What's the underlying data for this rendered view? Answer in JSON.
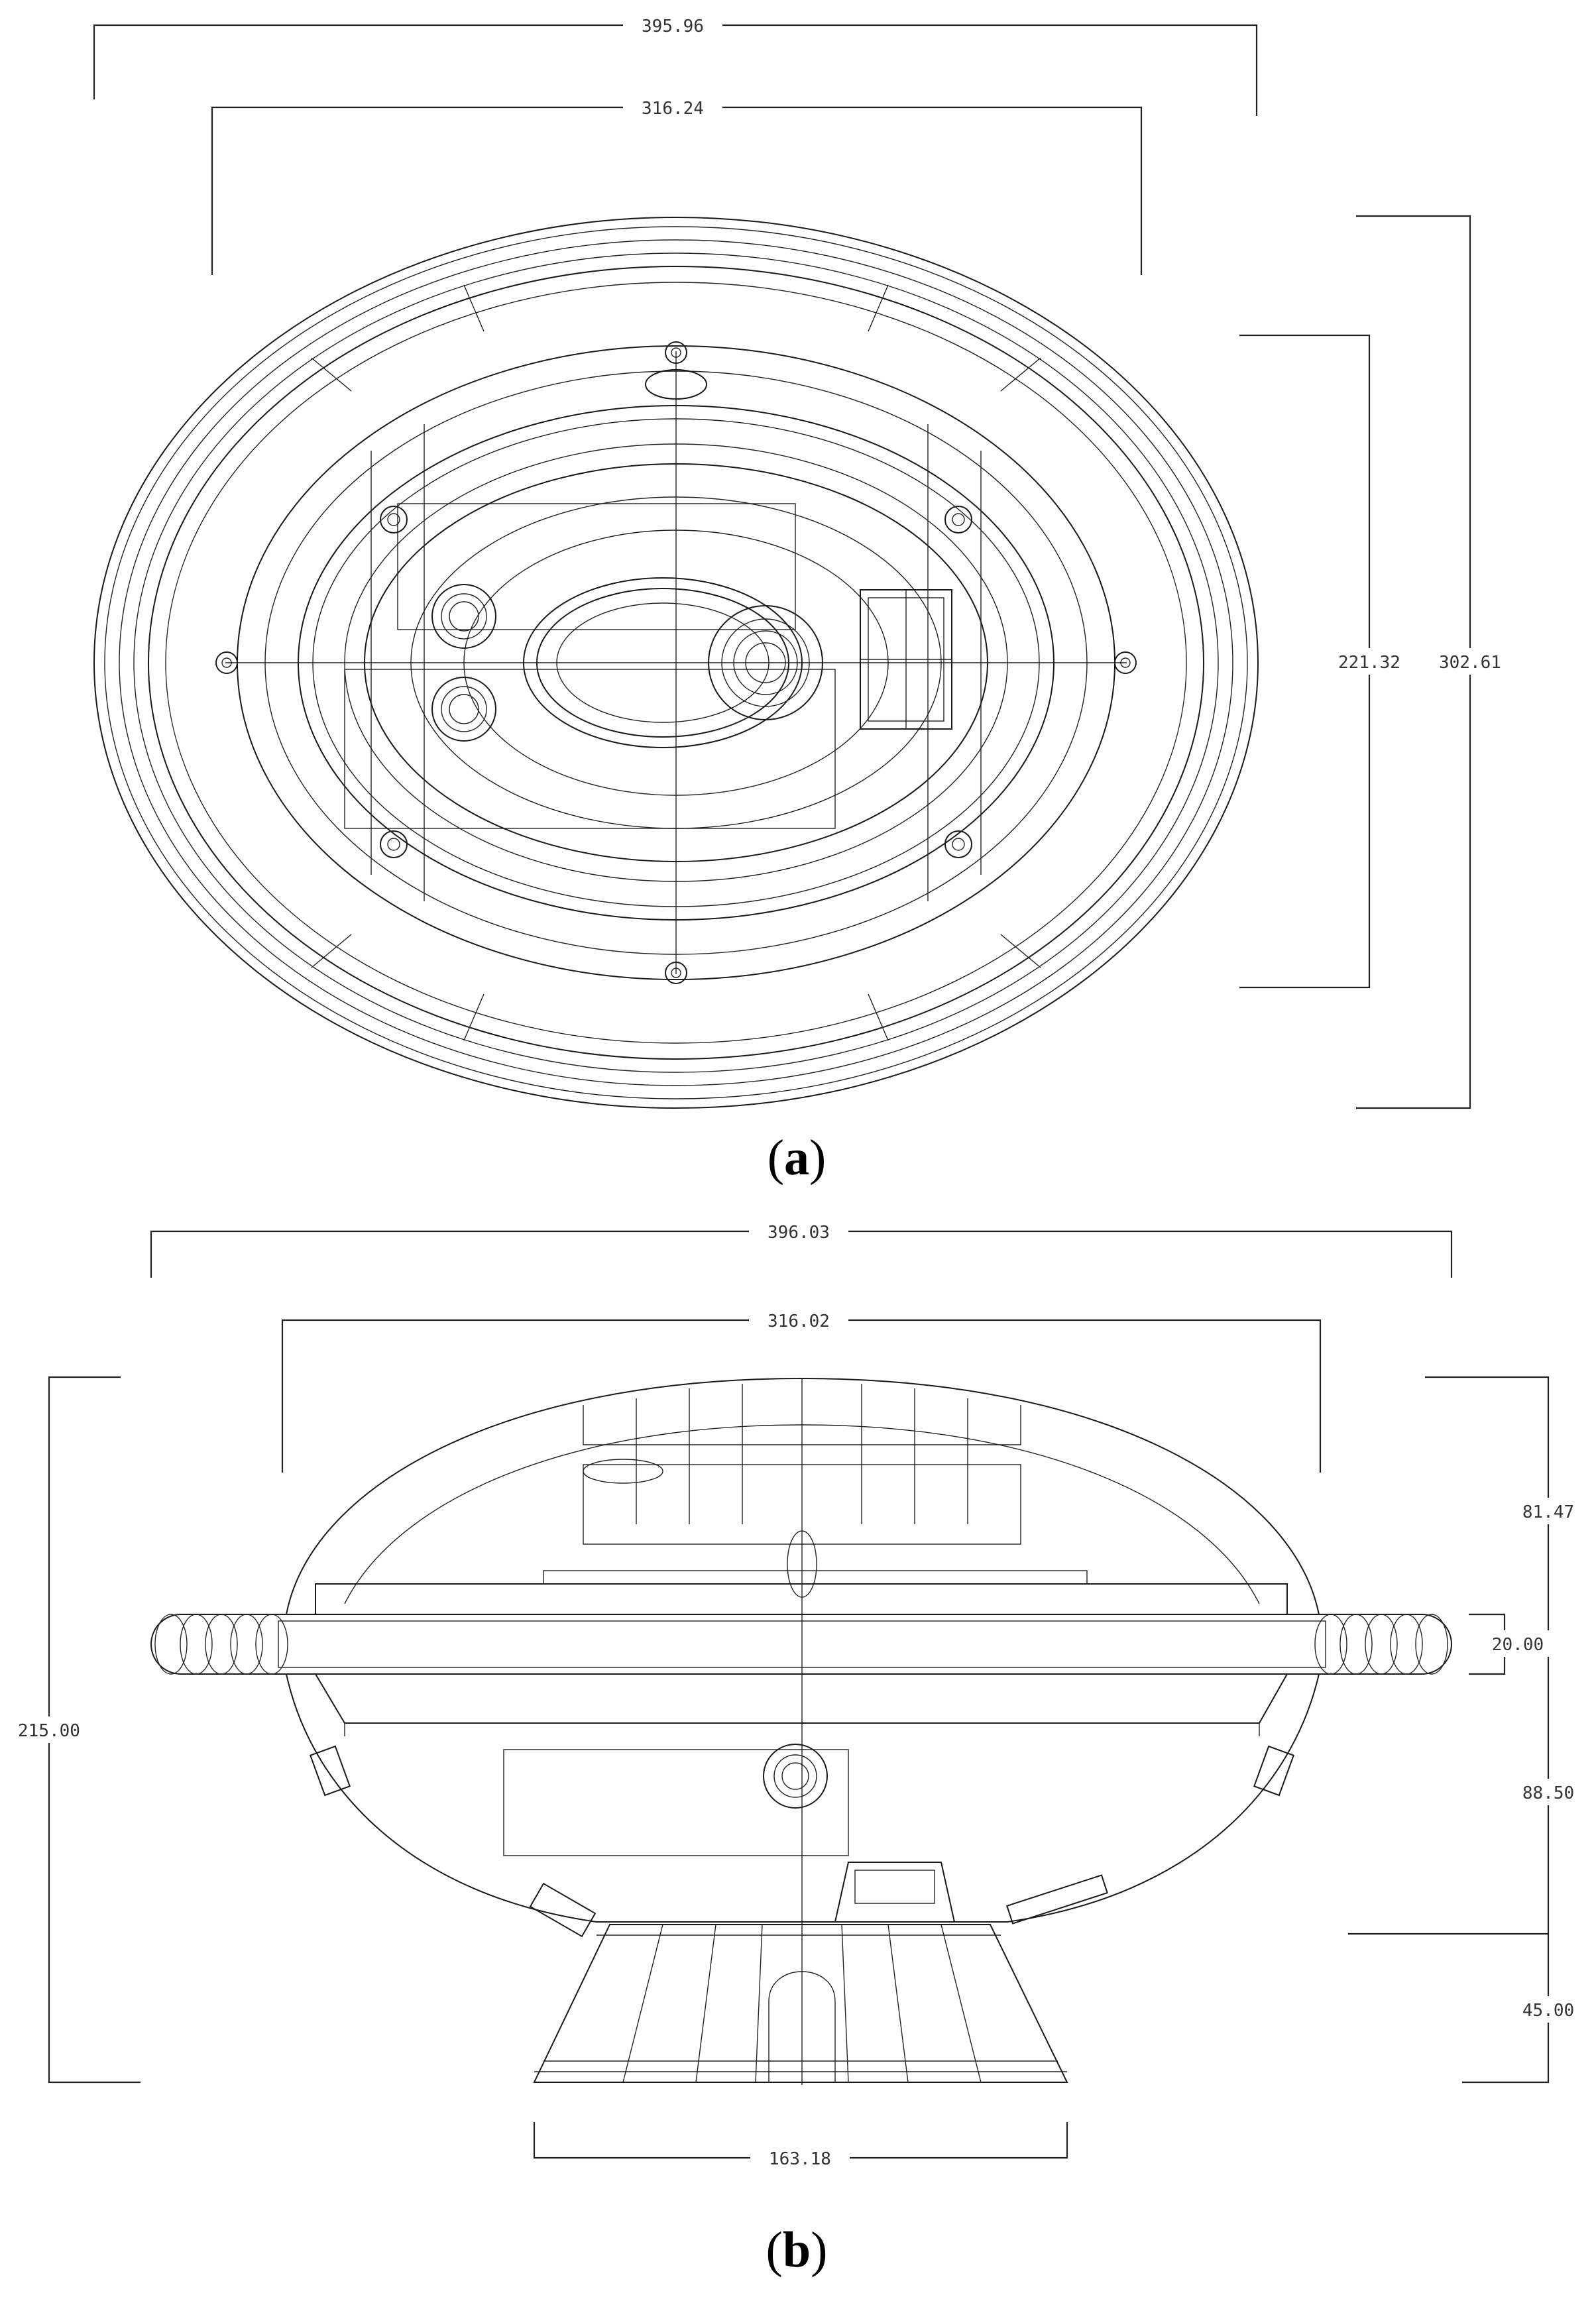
{
  "panel_a": {
    "caption_label": "a",
    "dimensions": {
      "overall_width": "395.96",
      "inner_width": "316.24",
      "inner_height": "221.32",
      "overall_height": "302.61"
    }
  },
  "panel_b": {
    "caption_label": "b",
    "dimensions": {
      "overall_width": "396.03",
      "body_width": "316.02",
      "total_height": "215.00",
      "top_height": "81.47",
      "rim_thickness": "20.00",
      "lower_height": "88.50",
      "base_height": "45.00",
      "base_width": "163.18"
    }
  }
}
